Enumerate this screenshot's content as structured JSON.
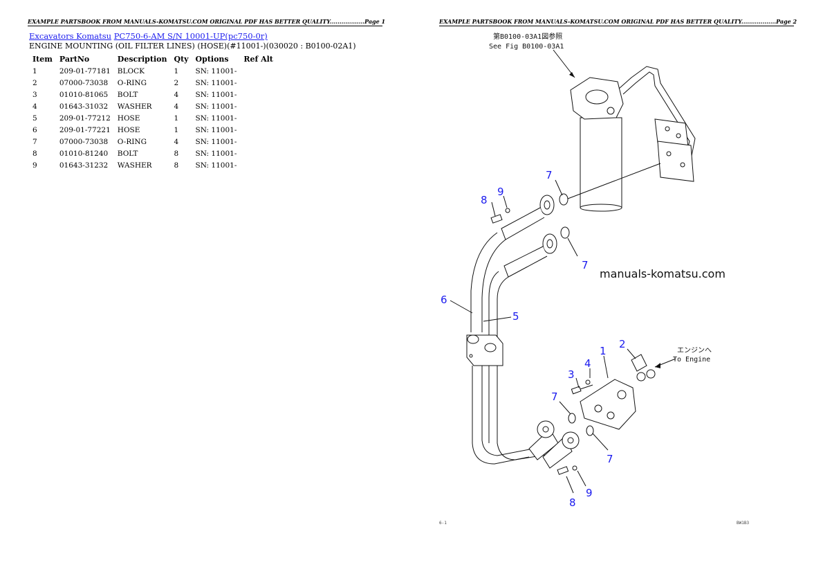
{
  "header": {
    "page1": "EXAMPLE PARTSBOOK FROM MANUALS-KOMATSU.COM ORIGINAL PDF HAS BETTER QUALITY..................Page 1",
    "page2": "EXAMPLE PARTSBOOK FROM MANUALS-KOMATSU.COM ORIGINAL PDF HAS BETTER QUALITY..................Page 2"
  },
  "breadcrumbs": {
    "link1": "Excavators Komatsu",
    "link2": "PC750-6-AM S/N 10001-UP(pc750-0r)"
  },
  "subtitle": "ENGINE MOUNTING (OIL FILTER LINES) (HOSE)(#11001-)(030020 : B0100-02A1)",
  "table": {
    "headers": [
      "Item",
      "PartNo",
      "Description",
      "Qty",
      "Options",
      "Ref Alt"
    ],
    "rows": [
      [
        "1",
        "209-01-77181",
        "BLOCK",
        "1",
        "SN: 11001-",
        ""
      ],
      [
        "2",
        "07000-73038",
        "O-RING",
        "2",
        "SN: 11001-",
        ""
      ],
      [
        "3",
        "01010-81065",
        "BOLT",
        "4",
        "SN: 11001-",
        ""
      ],
      [
        "4",
        "01643-31032",
        "WASHER",
        "4",
        "SN: 11001-",
        ""
      ],
      [
        "5",
        "209-01-77212",
        "HOSE",
        "1",
        "SN: 11001-",
        ""
      ],
      [
        "6",
        "209-01-77221",
        "HOSE",
        "1",
        "SN: 11001-",
        ""
      ],
      [
        "7",
        "07000-73038",
        "O-RING",
        "4",
        "SN: 11001-",
        ""
      ],
      [
        "8",
        "01010-81240",
        "BOLT",
        "8",
        "SN: 11001-",
        ""
      ],
      [
        "9",
        "01643-31232",
        "WASHER",
        "8",
        "SN: 11001-",
        ""
      ]
    ]
  },
  "diagram": {
    "ref_jp": "第B0100-03A1図参照",
    "ref_en": "See Fig B0100-03A1",
    "to_engine_jp": "エンジンへ",
    "to_engine_en": "To Engine",
    "watermark": "manuals-komatsu.com",
    "footer_left": "6-1",
    "footer_right": "BW1B3",
    "callouts": {
      "c7a": "7",
      "c9a": "9",
      "c8a": "8",
      "c7b": "7",
      "c6": "6",
      "c5": "5",
      "c1": "1",
      "c2": "2",
      "c3": "3",
      "c4": "4",
      "c7c": "7",
      "c7d": "7",
      "c8b": "8",
      "c9b": "9"
    }
  }
}
